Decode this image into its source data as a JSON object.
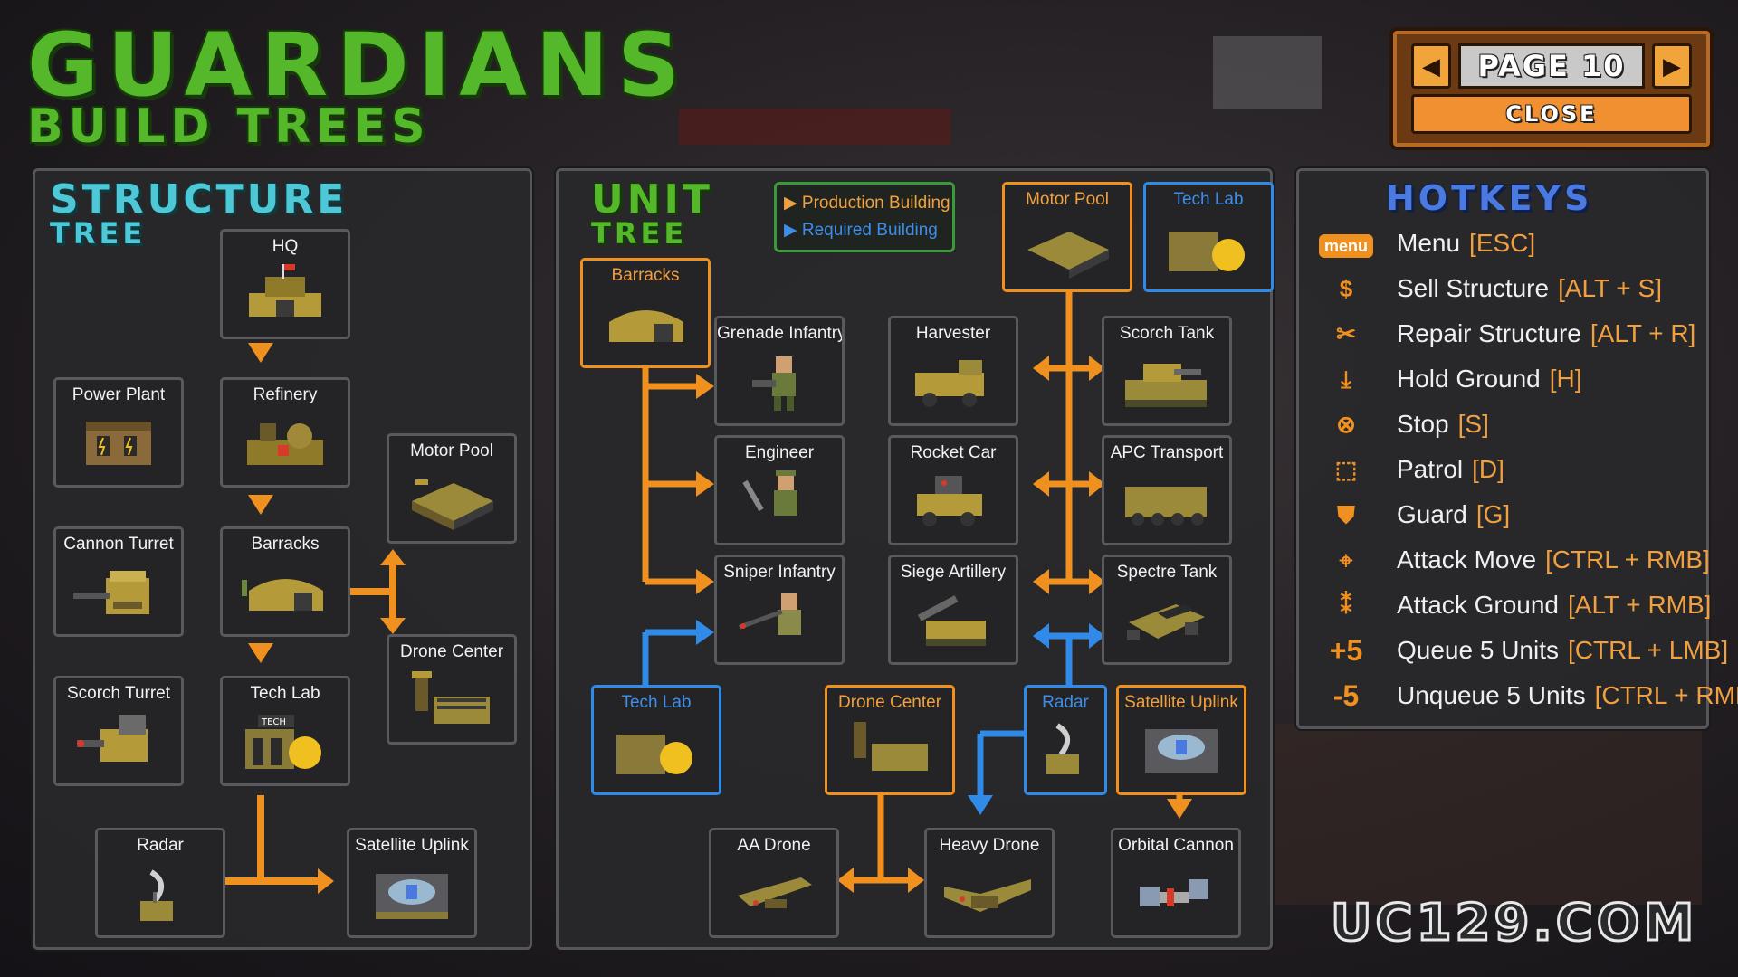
{
  "title": {
    "main": "GUARDIANS",
    "sub": "BUILD TREES"
  },
  "pager": {
    "label": "PAGE 10",
    "close": "CLOSE"
  },
  "structure_tree": {
    "title_line1": "STRUCTURE",
    "title_line2": "TREE",
    "nodes": {
      "hq": "HQ",
      "power_plant": "Power Plant",
      "refinery": "Refinery",
      "motor_pool": "Motor Pool",
      "cannon_turret": "Cannon Turret",
      "barracks": "Barracks",
      "drone_center": "Drone Center",
      "scorch_turret": "Scorch Turret",
      "tech_lab": "Tech Lab",
      "radar": "Radar",
      "satellite_uplink": "Satellite Uplink"
    }
  },
  "unit_tree": {
    "title_line1": "UNIT",
    "title_line2": "TREE",
    "legend": {
      "production": "▶ Production Building",
      "required": "▶ Required Building"
    },
    "nodes": {
      "barracks": "Barracks",
      "motor_pool": "Motor Pool",
      "tech_lab_top": "Tech Lab",
      "grenade_infantry": "Grenade Infantry",
      "harvester": "Harvester",
      "scorch_tank": "Scorch Tank",
      "engineer": "Engineer",
      "rocket_car": "Rocket Car",
      "apc_transport": "APC Transport",
      "sniper_infantry": "Sniper Infantry",
      "siege_artillery": "Siege Artillery",
      "spectre_tank": "Spectre Tank",
      "tech_lab_bottom": "Tech Lab",
      "drone_center": "Drone Center",
      "radar": "Radar",
      "satellite_uplink": "Satellite Uplink",
      "aa_drone": "AA Drone",
      "heavy_drone": "Heavy Drone",
      "orbital_cannon": "Orbital Cannon"
    }
  },
  "hotkeys": {
    "title": "HOTKEYS",
    "items": [
      {
        "icon": "menu-icon",
        "glyph": "menu",
        "name": "Menu",
        "key": "[ESC]"
      },
      {
        "icon": "dollar-icon",
        "glyph": "$",
        "name": "Sell Structure",
        "key": "[ALT + S]"
      },
      {
        "icon": "wrench-icon",
        "glyph": "✂",
        "name": "Repair Structure",
        "key": "[ALT + R]"
      },
      {
        "icon": "hold-ground-icon",
        "glyph": "⤓",
        "name": "Hold Ground",
        "key": "[H]"
      },
      {
        "icon": "stop-icon",
        "glyph": "⊗",
        "name": "Stop",
        "key": "[S]"
      },
      {
        "icon": "patrol-icon",
        "glyph": "⬚",
        "name": "Patrol",
        "key": "[D]"
      },
      {
        "icon": "guard-shield-icon",
        "glyph": "⛊",
        "name": "Guard",
        "key": "[G]"
      },
      {
        "icon": "attack-move-icon",
        "glyph": "⌖",
        "name": "Attack Move",
        "key": "[CTRL + RMB]"
      },
      {
        "icon": "attack-ground-icon",
        "glyph": "⁑",
        "name": "Attack Ground",
        "key": "[ALT + RMB]"
      },
      {
        "icon": "plus-five-icon",
        "glyph": "+5",
        "name": "Queue 5 Units",
        "key": "[CTRL + LMB]"
      },
      {
        "icon": "minus-five-icon",
        "glyph": "-5",
        "name": "Unqueue 5 Units",
        "key": "[CTRL + RMB]"
      }
    ]
  },
  "watermark": "UC129.COM",
  "colors": {
    "orange": "#f0901e",
    "blue": "#2f8ae8",
    "green": "#55b82a",
    "cyan": "#4ec8d6"
  }
}
